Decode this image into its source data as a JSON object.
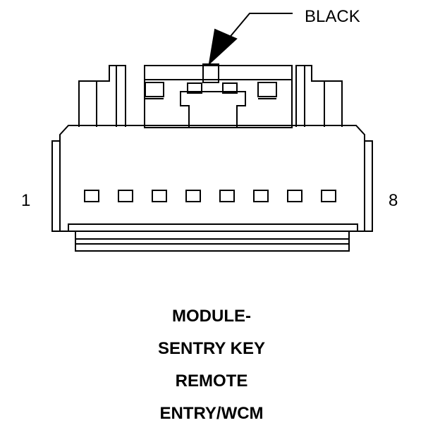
{
  "connector": {
    "color_label": "BLACK",
    "pin_first": "1",
    "pin_last": "8",
    "pin_count": 8,
    "title_lines": [
      "MODULE-",
      "SENTRY KEY",
      "REMOTE",
      "ENTRY/WCM"
    ]
  },
  "colors": {
    "ink": "#000000",
    "paper": "#ffffff"
  }
}
